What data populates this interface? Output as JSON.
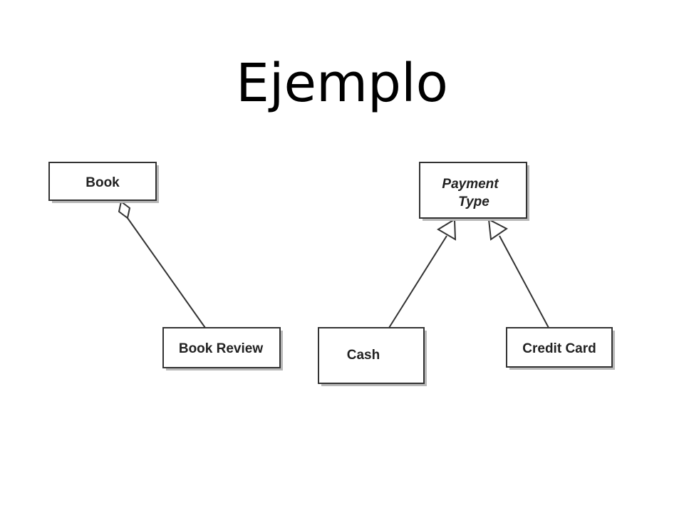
{
  "slide": {
    "title": "Ejemplo"
  },
  "diagram": {
    "classes": {
      "book": "Book",
      "book_review": "Book Review",
      "payment_type_line1": "Payment",
      "payment_type_line2": "Type",
      "cash": "Cash",
      "credit_card": "Credit Card"
    },
    "relationships": [
      {
        "type": "aggregation",
        "whole": "Book",
        "part": "Book Review"
      },
      {
        "type": "generalization",
        "parent": "Payment Type",
        "child": "Cash"
      },
      {
        "type": "generalization",
        "parent": "Payment Type",
        "child": "Credit Card"
      }
    ],
    "colors": {
      "box_fill": "#ffffff",
      "box_stroke": "#333333",
      "shadow": "#b8b8b8",
      "line": "#333333"
    }
  }
}
